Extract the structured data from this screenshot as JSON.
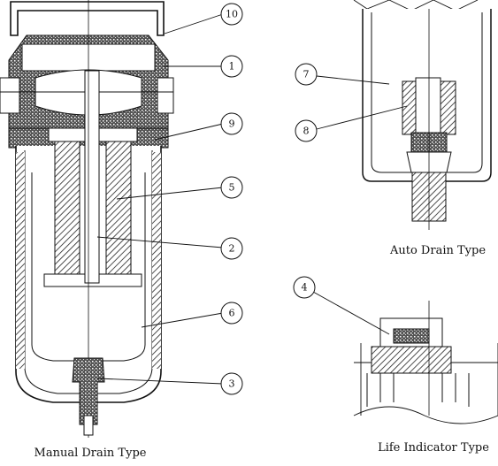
{
  "figure": {
    "views": [
      {
        "id": "manual",
        "caption": "Manual Drain Type"
      },
      {
        "id": "auto",
        "caption": "Auto Drain Type"
      },
      {
        "id": "indicator",
        "caption": "Life Indicator Type"
      }
    ],
    "callouts": {
      "c10": "10",
      "c1": "1",
      "c9": "9",
      "c5": "5",
      "c2": "2",
      "c6": "6",
      "c3": "3",
      "c7": "7",
      "c8": "8",
      "c4": "4"
    }
  }
}
